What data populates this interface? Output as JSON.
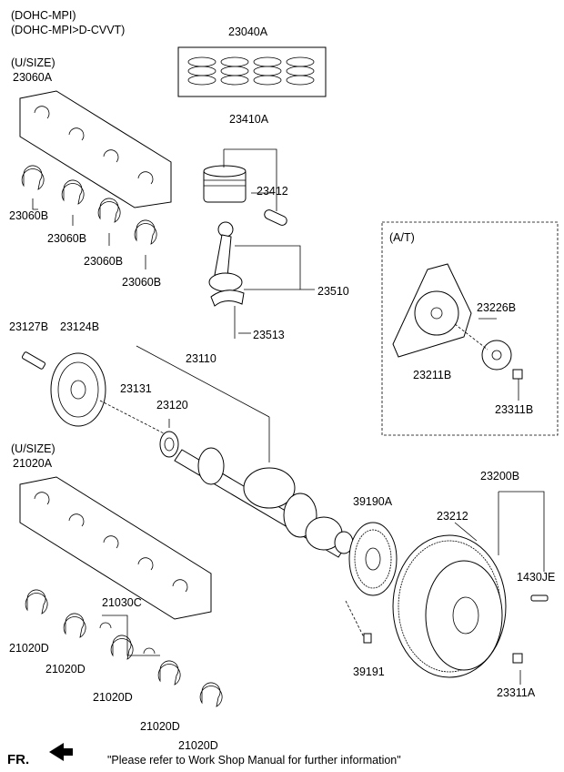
{
  "headers": {
    "engine_line1": "(DOHC-MPI)",
    "engine_line2": "(DOHC-MPI>D-CVVT)",
    "usize_top": "(U/SIZE)",
    "usize_bottom": "(U/SIZE)",
    "at_box": "(A/T)"
  },
  "parts": {
    "p23040A": "23040A",
    "p23060A": "23060A",
    "p23060B_1": "23060B",
    "p23060B_2": "23060B",
    "p23060B_3": "23060B",
    "p23060B_4": "23060B",
    "p23410A": "23410A",
    "p23412": "23412",
    "p23510": "23510",
    "p23513": "23513",
    "p23127B": "23127B",
    "p23124B": "23124B",
    "p23110": "23110",
    "p23131": "23131",
    "p23120": "23120",
    "p23226B": "23226B",
    "p23211B": "23211B",
    "p23311B": "23311B",
    "p21020A": "21020A",
    "p21030C": "21030C",
    "p21020D_1": "21020D",
    "p21020D_2": "21020D",
    "p21020D_3": "21020D",
    "p21020D_4": "21020D",
    "p21020D_5": "21020D",
    "p39190A": "39190A",
    "p39191": "39191",
    "p23200B": "23200B",
    "p23212": "23212",
    "p1430JE": "1430JE",
    "p23311A": "23311A"
  },
  "footer": {
    "fr": "FR.",
    "note": "\"Please refer to Work Shop Manual for further information\""
  }
}
